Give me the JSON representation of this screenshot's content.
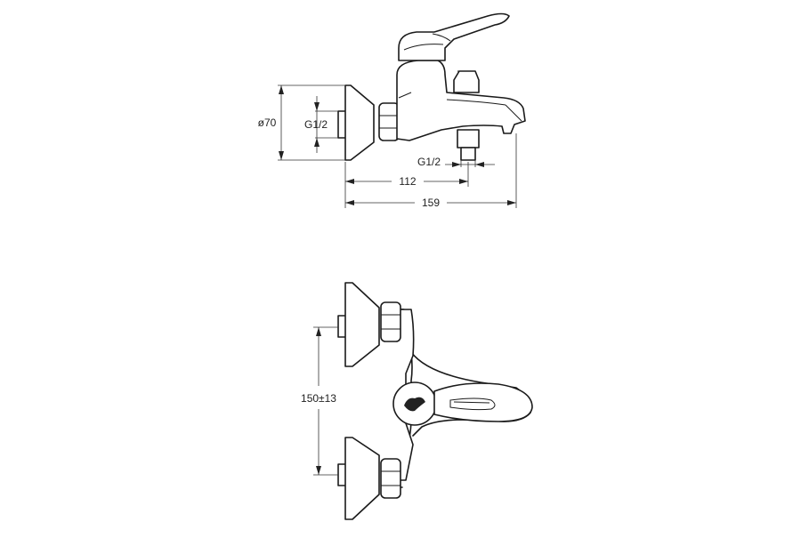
{
  "side_view": {
    "dim_diameter": "ø70",
    "dim_inlet_thread": "G1/2",
    "dim_outlet_thread": "G1/2",
    "dim_spout_length": "112",
    "dim_total_length": "159"
  },
  "front_view": {
    "dim_center_distance": "150±13"
  }
}
